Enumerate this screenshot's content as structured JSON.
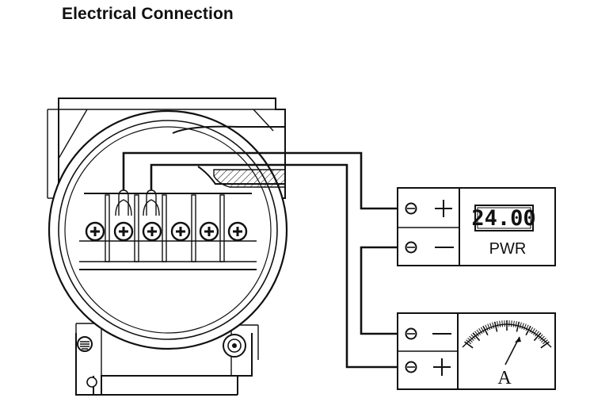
{
  "title": "Electrical Connection",
  "power_supply": {
    "display_value": "24.00",
    "label": "PWR",
    "plus_symbol": "+",
    "minus_symbol": "−"
  },
  "ammeter": {
    "label": "A",
    "plus_symbol": "+",
    "minus_symbol": "−"
  },
  "icons": [
    "terminal-screw-icon",
    "ground-terminal-icon",
    "cable-gland-icon",
    "connection-point-icon"
  ]
}
